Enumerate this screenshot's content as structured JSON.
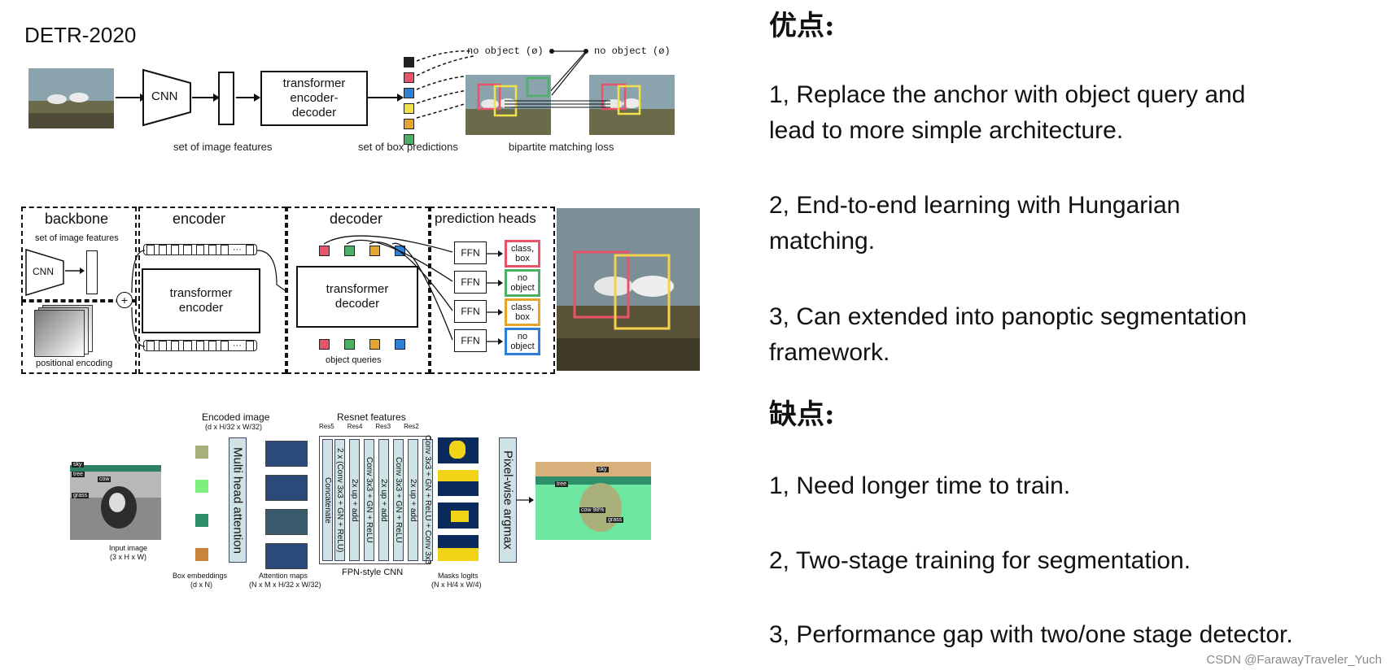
{
  "left": {
    "title": "DETR-2020",
    "top": {
      "cnn": "CNN",
      "transformer": "transformer\nencoder-\ndecoder",
      "cap_features": "set of image features",
      "cap_boxes": "set of box predictions",
      "cap_matching": "bipartite matching loss",
      "no_object_1": "no object (ø)",
      "no_object_2": "no object (ø)",
      "box_colors": [
        "#222222",
        "#e8536a",
        "#2f7fd6",
        "#f1e14a",
        "#e5a52c",
        "#4caf65"
      ]
    },
    "mid": {
      "backbone": "backbone",
      "backbone_sub": "set of image features",
      "cnn": "CNN",
      "positional": "positional encoding",
      "encoder": "encoder",
      "transformer_encoder": "transformer\nencoder",
      "decoder": "decoder",
      "transformer_decoder": "transformer\ndecoder",
      "object_queries": "object queries",
      "heads": "prediction heads",
      "ffn": "FFN",
      "outputs": [
        {
          "label": "class,\nbox",
          "color": "#e8536a"
        },
        {
          "label": "no\nobject",
          "color": "#4caf65"
        },
        {
          "label": "class,\nbox",
          "color": "#e5a52c"
        },
        {
          "label": "no\nobject",
          "color": "#2f7fd6"
        }
      ],
      "query_colors": [
        "#e8536a",
        "#4caf65",
        "#e5a52c",
        "#2f7fd6"
      ],
      "ellipsis": "···",
      "plus": "+"
    },
    "bottom": {
      "encoded_image": "Encoded image",
      "encoded_dims": "(d x H/32 x W/32)",
      "resnet": "Resnet features",
      "res_labels": [
        "Res5",
        "Res4",
        "Res3",
        "Res2"
      ],
      "mha": "Multi head attention",
      "concat": "Concatenate",
      "blocks": [
        "2 x (Conv 3x3 + GN + ReLU)",
        "2x up + add",
        "Conv 3x3 + GN + ReLU",
        "2x up + add",
        "Conv 3x3 + GN + ReLU",
        "2x up + add",
        "Conv 3x3 + GN + ReLU + Conv 3x3"
      ],
      "argmax": "Pixel-wise argmax",
      "input_image": "Input image",
      "input_dims": "(3 x H x W)",
      "box_emb": "Box embeddings",
      "box_dims": "(d x N)",
      "attn": "Attention maps",
      "attn_dims": "(N x M x H/32 x W/32)",
      "fpn": "FPN-style CNN",
      "masks": "Masks logits",
      "masks_dims": "(N x H/4 x W/4)",
      "emb_colors": [
        "#a9b07a",
        "#7ef07e",
        "#2e8f6b",
        "#c8843a"
      ],
      "seg_labels": [
        "sky",
        "tree",
        "cow",
        "grass",
        "sky",
        "tree",
        "cow 98%",
        "grass"
      ]
    }
  },
  "right": {
    "pros_heading": "优点:",
    "pros": [
      [
        "1, Replace the anchor with object query and",
        "lead to more simple architecture."
      ],
      [
        "2, End-to-end learning with Hungarian",
        "matching."
      ],
      [
        "3,  Can extended into panoptic segmentation",
        "framework."
      ]
    ],
    "cons_heading": "缺点:",
    "cons": [
      [
        "1, Need longer time to train."
      ],
      [
        "2, Two-stage training for segmentation."
      ],
      [
        "3, Performance gap with two/one stage detector."
      ]
    ]
  },
  "watermark": "CSDN @FarawayTraveler_Yuch"
}
